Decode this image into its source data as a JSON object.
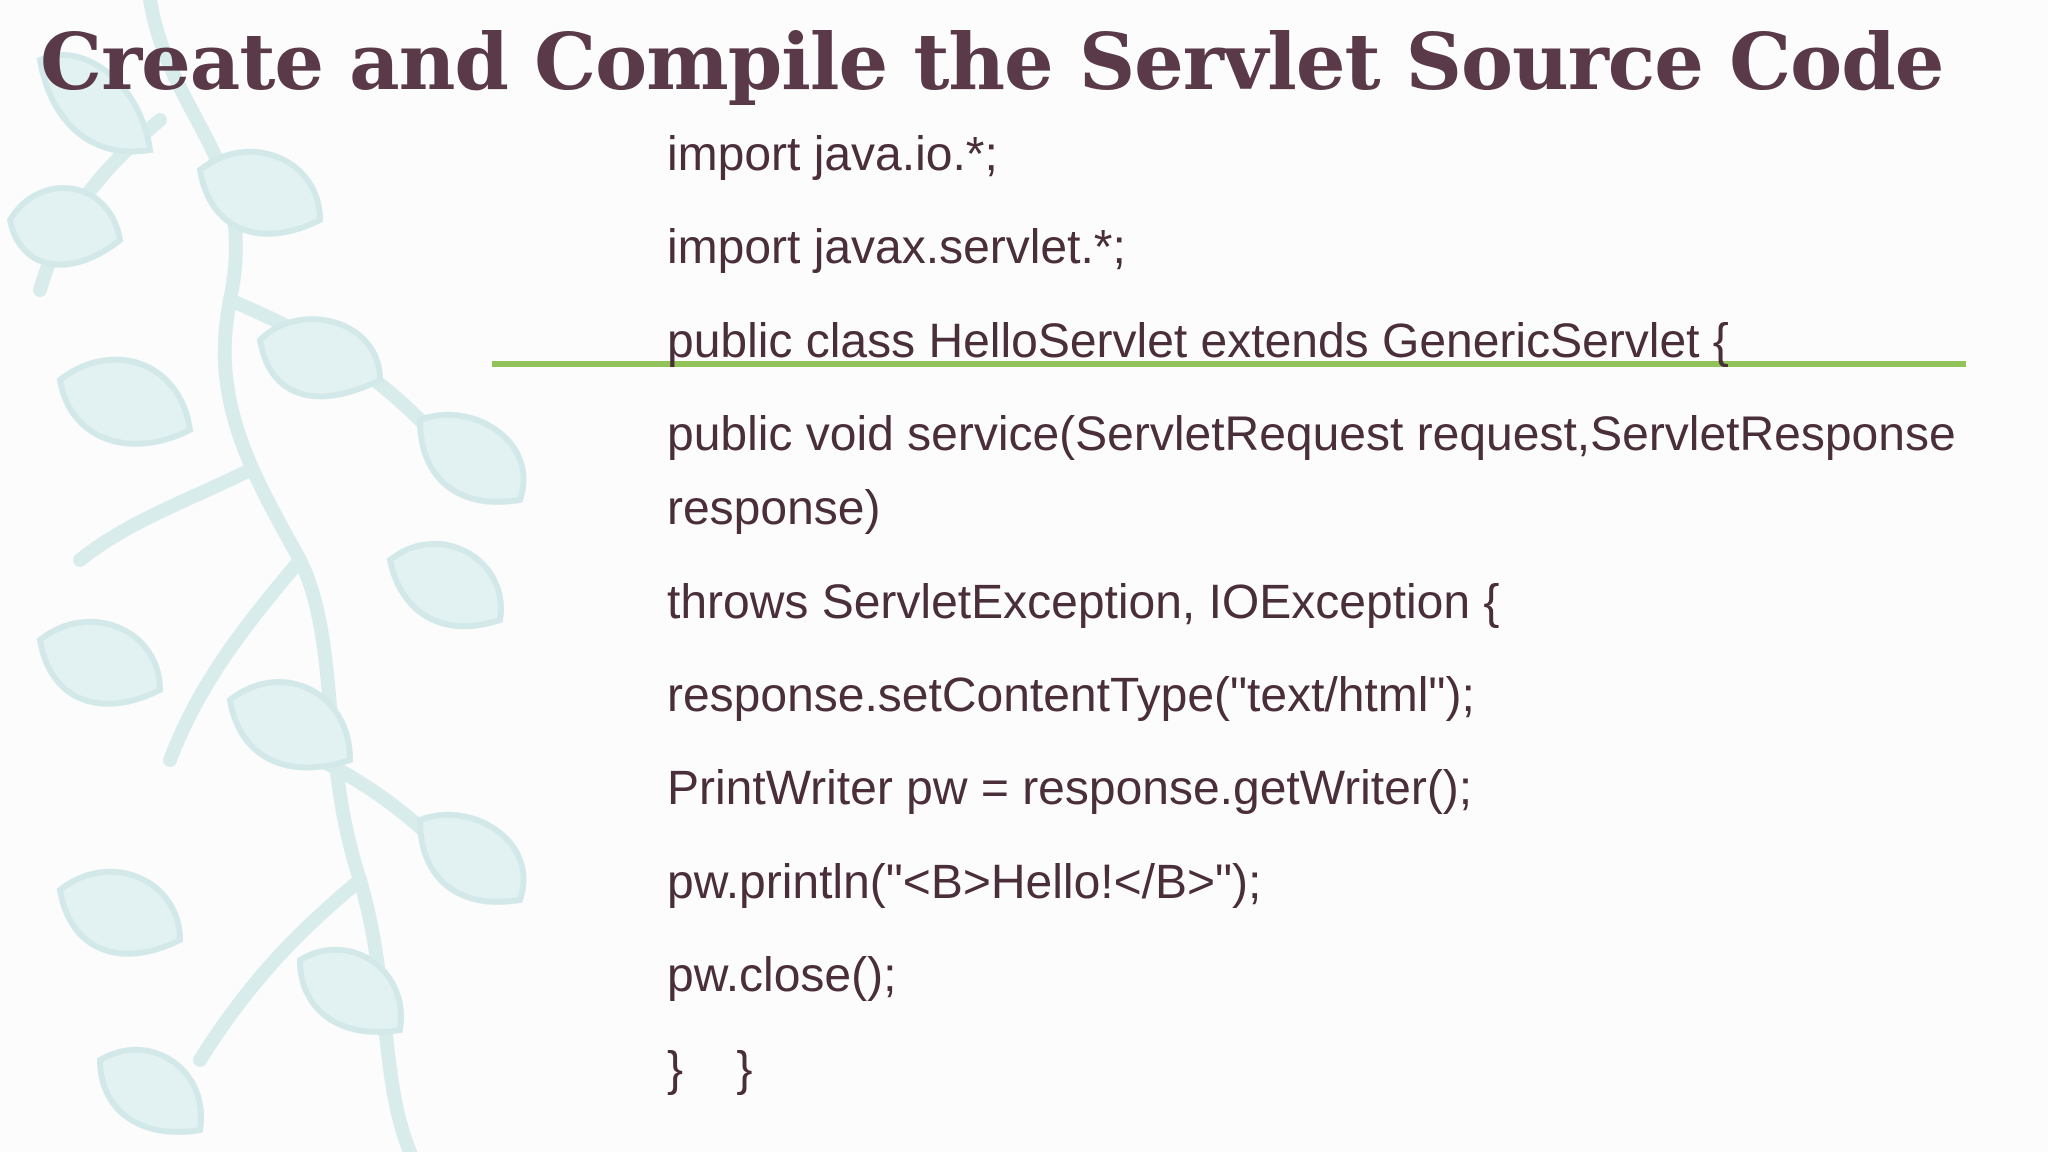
{
  "slide": {
    "title": "Create and Compile the Servlet Source Code",
    "accent_color": "#92c35a",
    "title_color": "#5a3a48",
    "decoration_icon": "leafy-vine-decoration"
  },
  "code": {
    "lines": [
      "import java.io.*;",
      "import javax.servlet.*;",
      "public class HelloServlet extends GenericServlet {",
      "public void service(ServletRequest request,ServletResponse",
      "response)",
      "throws ServletException, IOException {",
      "response.setContentType(\"text/html\");",
      "PrintWriter pw = response.getWriter();",
      "pw.println(\"<B>Hello!</B>\");",
      "pw.close();",
      "}    }"
    ]
  }
}
